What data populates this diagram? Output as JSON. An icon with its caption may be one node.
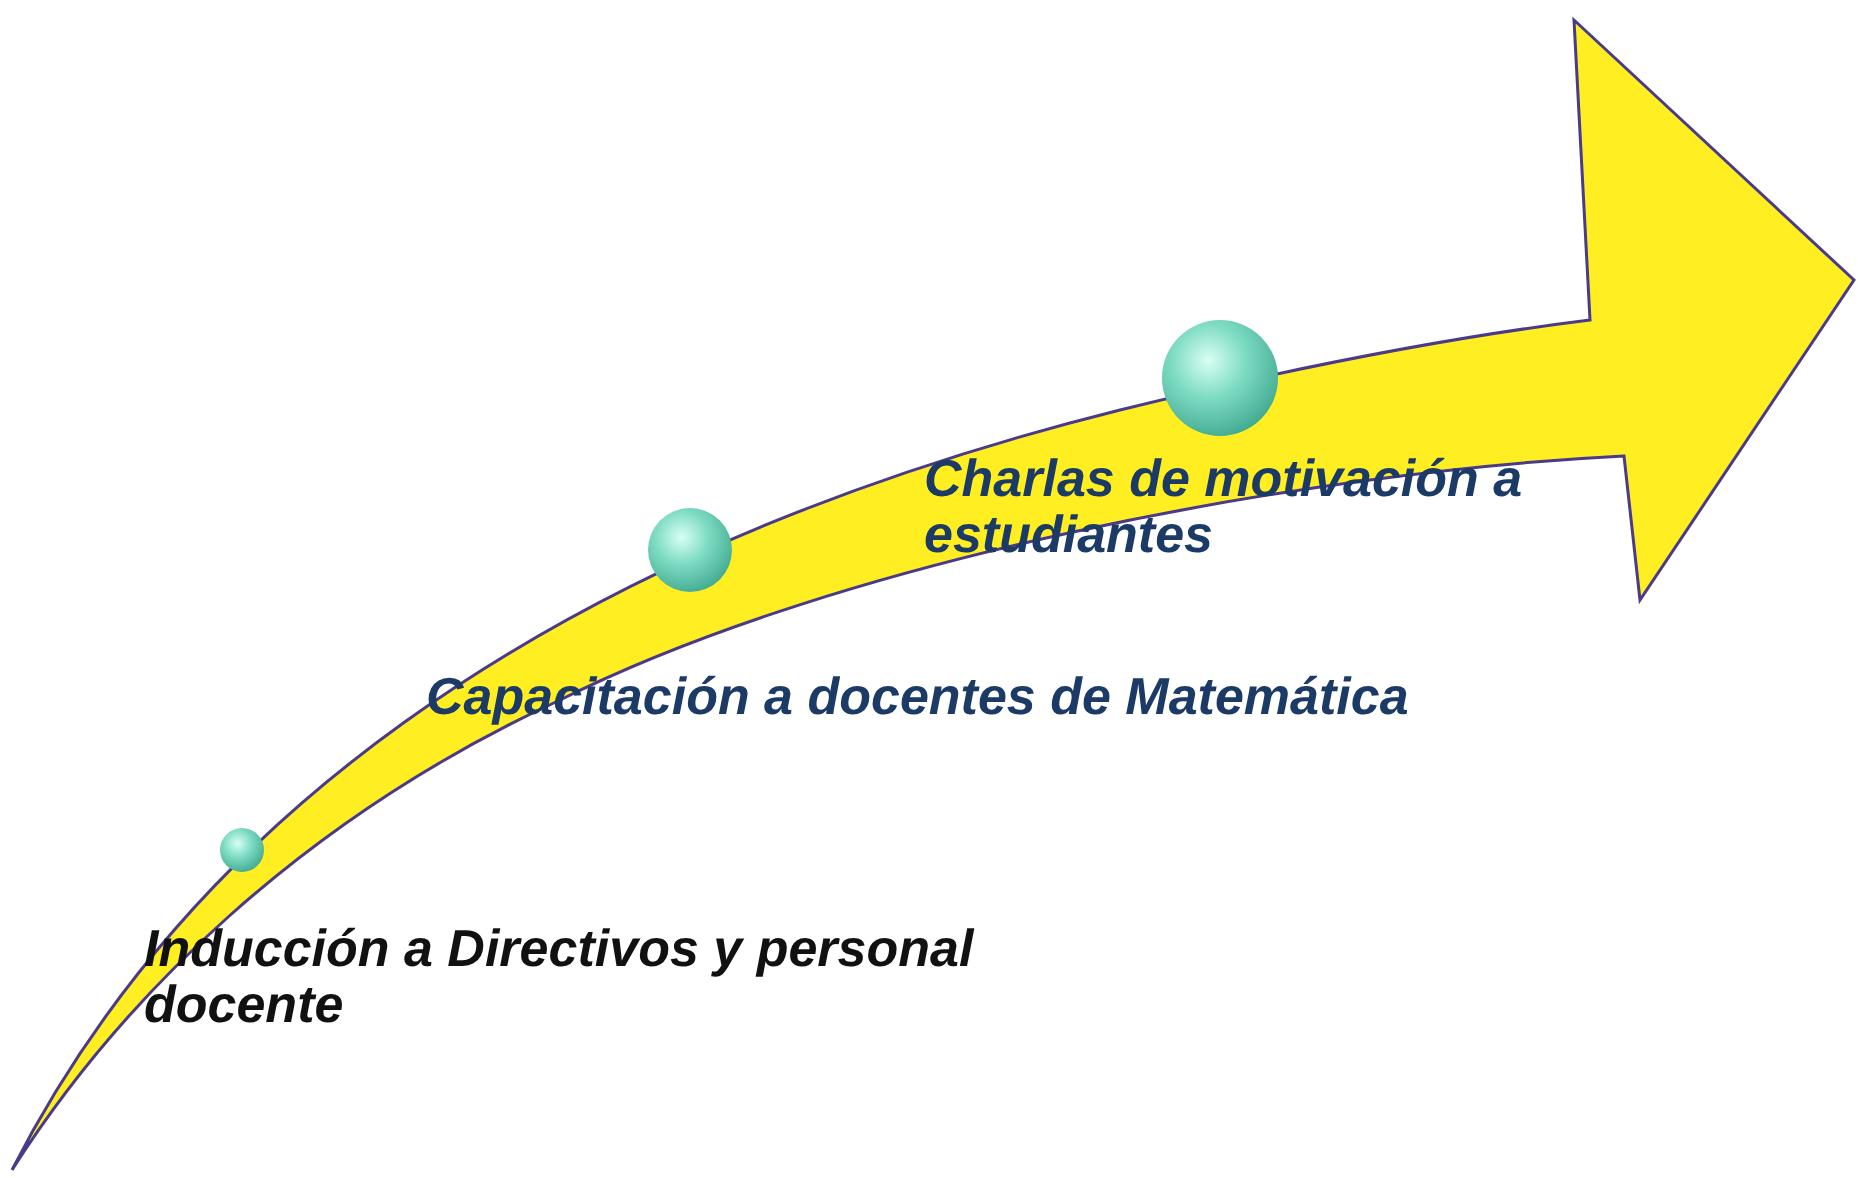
{
  "diagram": {
    "labels": [
      "Charlas de motivación a estudiantes",
      "Capacitación a docentes de Matemática",
      "Inducción a Directivos y personal docente"
    ]
  }
}
